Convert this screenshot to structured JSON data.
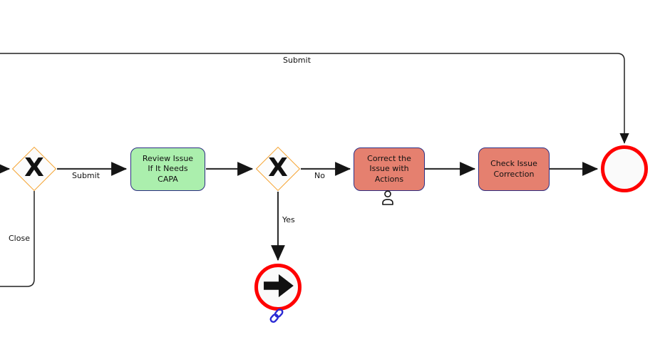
{
  "diagram": {
    "type": "bpmn-process-flow",
    "colors": {
      "task_green_fill": "#ABEFAD",
      "task_red_fill": "#E5806F",
      "task_border": "#2D2E83",
      "gateway_border": "#F6A330",
      "event_ring_red": "#FF0000",
      "link_icon_blue": "#2A2AD4",
      "connector": "#333333"
    },
    "nodes": {
      "gateway_submit": {
        "type": "exclusive-gateway",
        "symbol": "X"
      },
      "task_review": {
        "type": "task",
        "label": "Review Issue\nIf It Needs\nCAPA"
      },
      "gateway_needs_capa": {
        "type": "exclusive-gateway",
        "symbol": "X"
      },
      "task_correct": {
        "type": "user-task",
        "label": "Correct the\nIssue with\nActions",
        "icon": "user-icon"
      },
      "task_check": {
        "type": "task",
        "label": "Check Issue\nCorrection"
      },
      "end_event": {
        "type": "end-event"
      },
      "link_event": {
        "type": "link-throw-event",
        "icon": "arrow-right-icon",
        "badge_icon": "link-icon"
      }
    },
    "edge_labels": {
      "submit_top": "Submit",
      "submit": "Submit",
      "close": "Close",
      "no": "No",
      "yes": "Yes"
    }
  }
}
